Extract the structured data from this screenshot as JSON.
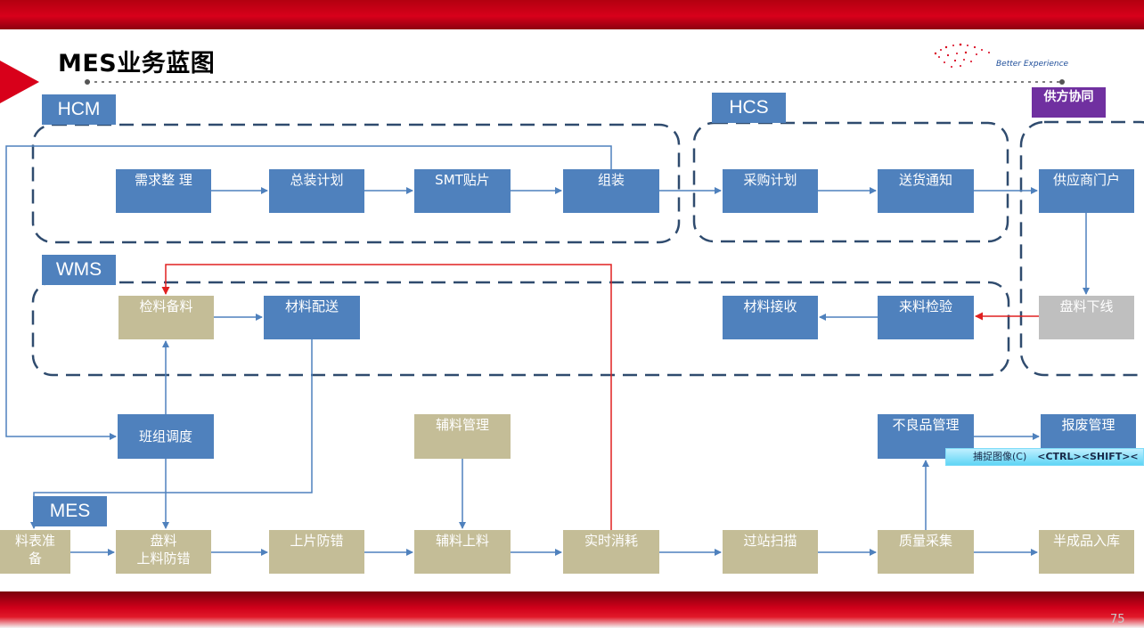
{
  "slide": {
    "title": "MES业务蓝图",
    "page_number": "75",
    "logo_text": "Better Experience"
  },
  "groups": {
    "hcm": "HCM",
    "hcs": "HCS",
    "supplier": "供方协同",
    "wms": "WMS",
    "mes": "MES"
  },
  "nodes": {
    "demand": "需求整 理",
    "assembly_plan": "总装计划",
    "smt": "SMT贴片",
    "assemble": "组装",
    "purchase_plan": "采购计划",
    "delivery_notice": "送货通知",
    "supplier_portal": "供应商门户",
    "pick_prepare": "检料备料",
    "material_delivery": "材料配送",
    "material_receive": "材料接收",
    "incoming_inspection": "来料检验",
    "reel_offline": "盘料下线",
    "team_schedule": "班组调度",
    "aux_management": "辅料管理",
    "defect_management": "不良品管理",
    "scrap_management": "报废管理",
    "bom_prepare_l1": "料表准",
    "bom_prepare_l2": "备",
    "reel_l1": "盘料",
    "reel_l2": "上料防错",
    "board_errorproof": "上片防错",
    "aux_loading": "辅料上料",
    "realtime_consumption": "实时消耗",
    "station_scan": "过站扫描",
    "quality_collect": "质量采集",
    "semi_finished_in": "半成品入库"
  },
  "overlay": {
    "capture_label": "捕捉图像(C)",
    "shortcut": "<CTRL><SHIFT><"
  },
  "colors": {
    "blue": "#4f81bd",
    "tan": "#c4bd97",
    "gray": "#bfbfbf",
    "purple": "#7030a0",
    "dashed_border": "#2f4b6e",
    "arrow": "#4f81bd",
    "red_arrow": "#e02020",
    "brand_red": "#d8001a"
  }
}
